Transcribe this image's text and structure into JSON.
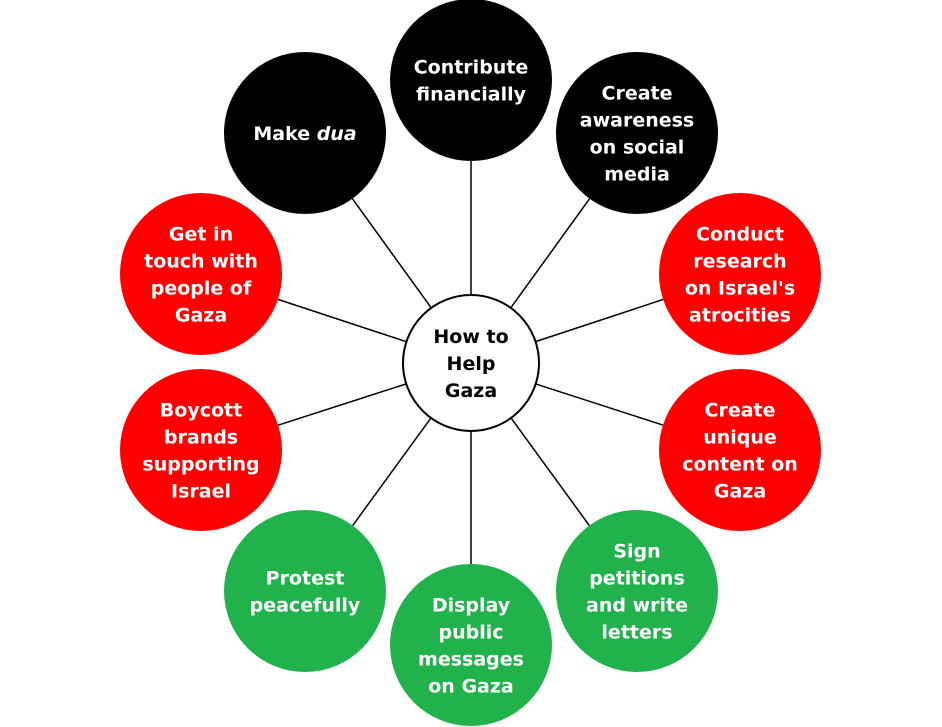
{
  "title": "How to Help Gaza",
  "colors": {
    "black": "#000000",
    "red": "#ff0000",
    "green": "#21b24b",
    "hub_fill": "#ffffff",
    "hub_stroke": "#000000",
    "connector": "#000000"
  },
  "hub": {
    "lines": [
      "How to",
      "Help",
      "Gaza"
    ]
  },
  "nodes": [
    {
      "id": "contribute-financially",
      "lines": [
        "Contribute",
        "financially"
      ],
      "color": "black"
    },
    {
      "id": "create-awareness",
      "lines": [
        "Create",
        "awareness",
        "on social",
        "media"
      ],
      "color": "black"
    },
    {
      "id": "conduct-research",
      "lines": [
        "Conduct",
        "research",
        "on Israel's",
        "atrocities"
      ],
      "color": "red"
    },
    {
      "id": "create-unique-content",
      "lines": [
        "Create",
        "unique",
        "content on",
        "Gaza"
      ],
      "color": "red"
    },
    {
      "id": "sign-petitions",
      "lines": [
        "Sign",
        "petitions",
        "and write",
        "letters"
      ],
      "color": "green"
    },
    {
      "id": "display-public-messages",
      "lines": [
        "Display",
        "public",
        "messages",
        "on Gaza"
      ],
      "color": "green"
    },
    {
      "id": "protest-peacefully",
      "lines": [
        "Protest",
        "peacefully"
      ],
      "color": "green"
    },
    {
      "id": "boycott-brands",
      "lines": [
        "Boycott",
        "brands",
        "supporting",
        "Israel"
      ],
      "color": "red"
    },
    {
      "id": "get-in-touch",
      "lines": [
        "Get in",
        "touch with",
        "people of",
        "Gaza"
      ],
      "color": "red"
    },
    {
      "id": "make-dua",
      "lines": [
        "Make ",
        "dua"
      ],
      "italic_last_word": true,
      "color": "black"
    }
  ]
}
